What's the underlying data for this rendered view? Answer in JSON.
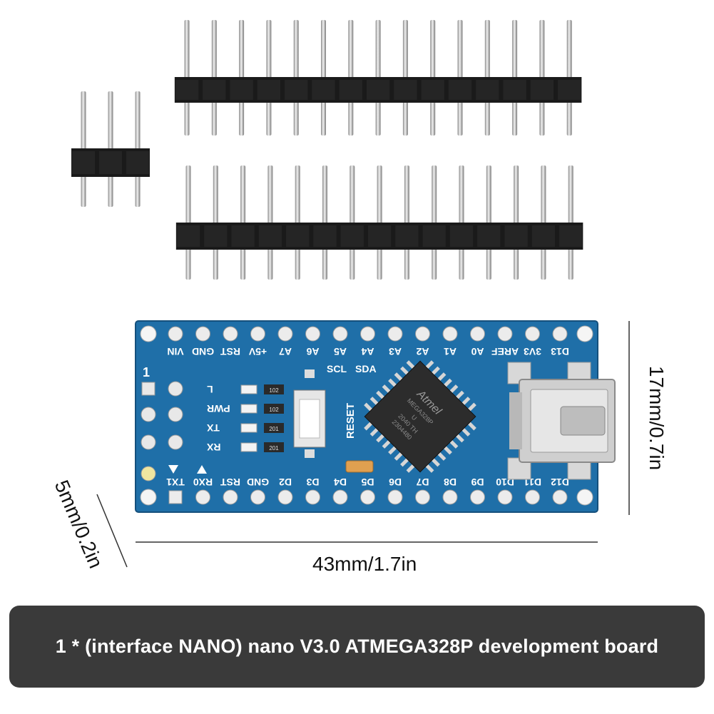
{
  "product": {
    "caption": "1 * (interface NANO) nano V3.0 ATMEGA328P development board"
  },
  "dimensions": {
    "length": "43mm/1.7in",
    "width": "17mm/0.7in",
    "thickness": "5mm/0.2in"
  },
  "board": {
    "top_labels": [
      "VIN",
      "GND",
      "RST",
      "+5V",
      "A7",
      "A6",
      "A5",
      "A4",
      "A3",
      "A2",
      "A1",
      "A0",
      "AREF",
      "3V3",
      "D13"
    ],
    "bottom_labels": [
      "TX1",
      "RX0",
      "RST",
      "GND",
      "D2",
      "D3",
      "D4",
      "D5",
      "D6",
      "D7",
      "D8",
      "D9",
      "D10",
      "D11",
      "D12"
    ],
    "i2c_labels": [
      "SDA",
      "SCL"
    ],
    "pin1_marker": "1",
    "led_labels": [
      "L",
      "PWR",
      "TX",
      "RX"
    ],
    "resistor_codes": [
      "102",
      "102",
      "201",
      "201"
    ],
    "reset_label": "RESET",
    "chip_brand": "Atmel",
    "chip_lines": [
      "MEGA328P",
      "U",
      "2040 TH",
      "2304480"
    ]
  },
  "colors": {
    "pcb": "#1f6fa8",
    "header_plastic": "#1a1a1a",
    "pin_metal": "#c9c9c9",
    "caption_bg": "#3a3a3a"
  }
}
